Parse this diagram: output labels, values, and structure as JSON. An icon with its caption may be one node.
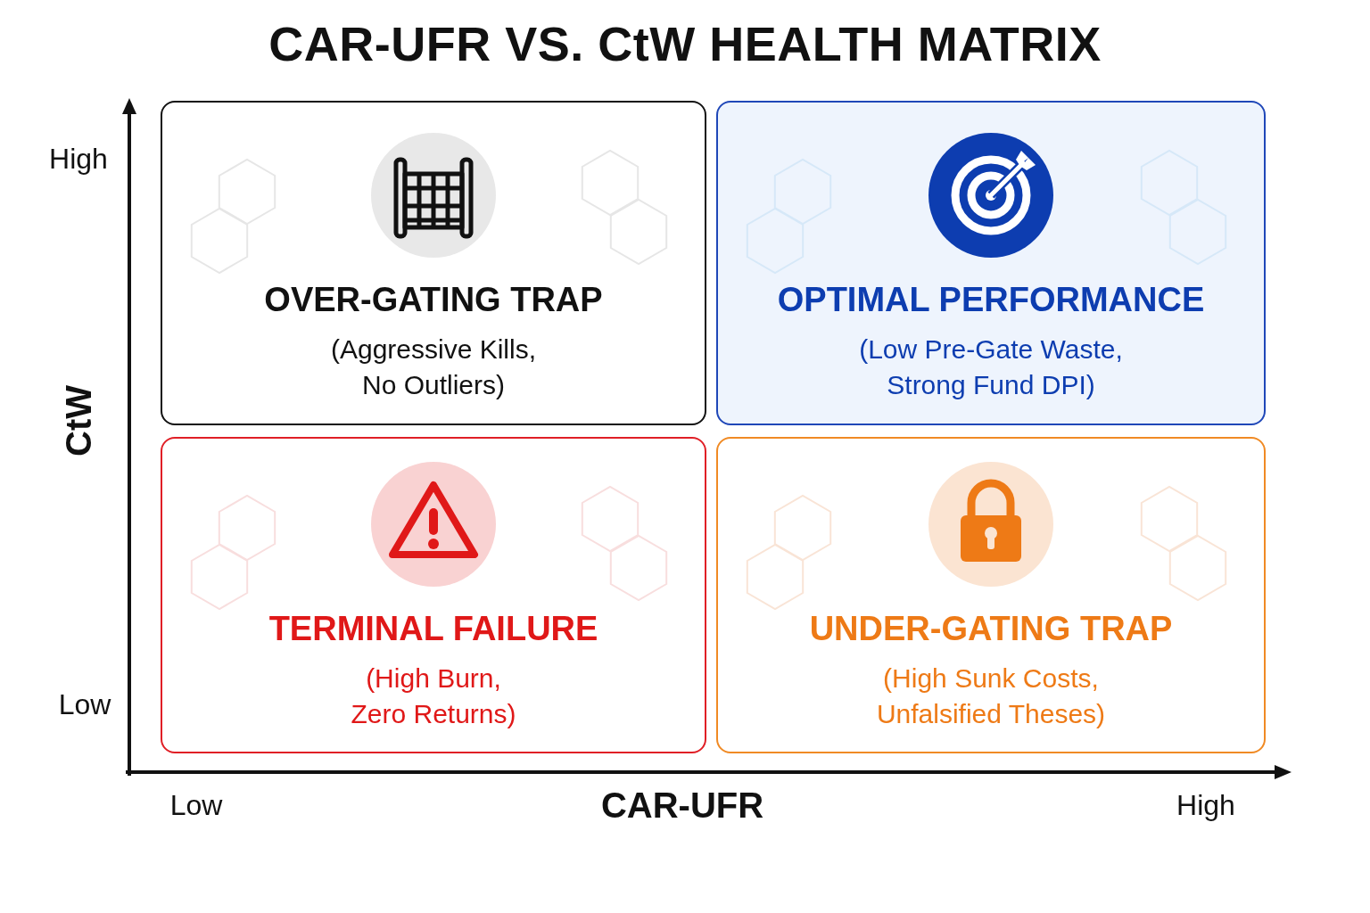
{
  "diagram": {
    "title": "CAR-UFR VS. CtW HEALTH MATRIX",
    "nodes": [
      {
        "text": [
          "OVER-GATING TRAP",
          "(Aggressive Kills, No Outliers)"
        ]
      },
      {
        "text": [
          "OPTIMAL PERFORMANCE",
          "(Low Pre-Gate Waste, Strong Fund DPI)"
        ]
      },
      {
        "text": [
          "TERMINAL FAILURE",
          "(High Burn, Zero Returns)"
        ]
      },
      {
        "text": [
          "UNDER-GATING TRAP",
          "(High Sunk Costs, Unfalsified Theses)"
        ]
      }
    ],
    "labels": [
      "High",
      "CtW",
      "Low",
      "Low",
      "CAR-UFR",
      "High"
    ]
  }
}
